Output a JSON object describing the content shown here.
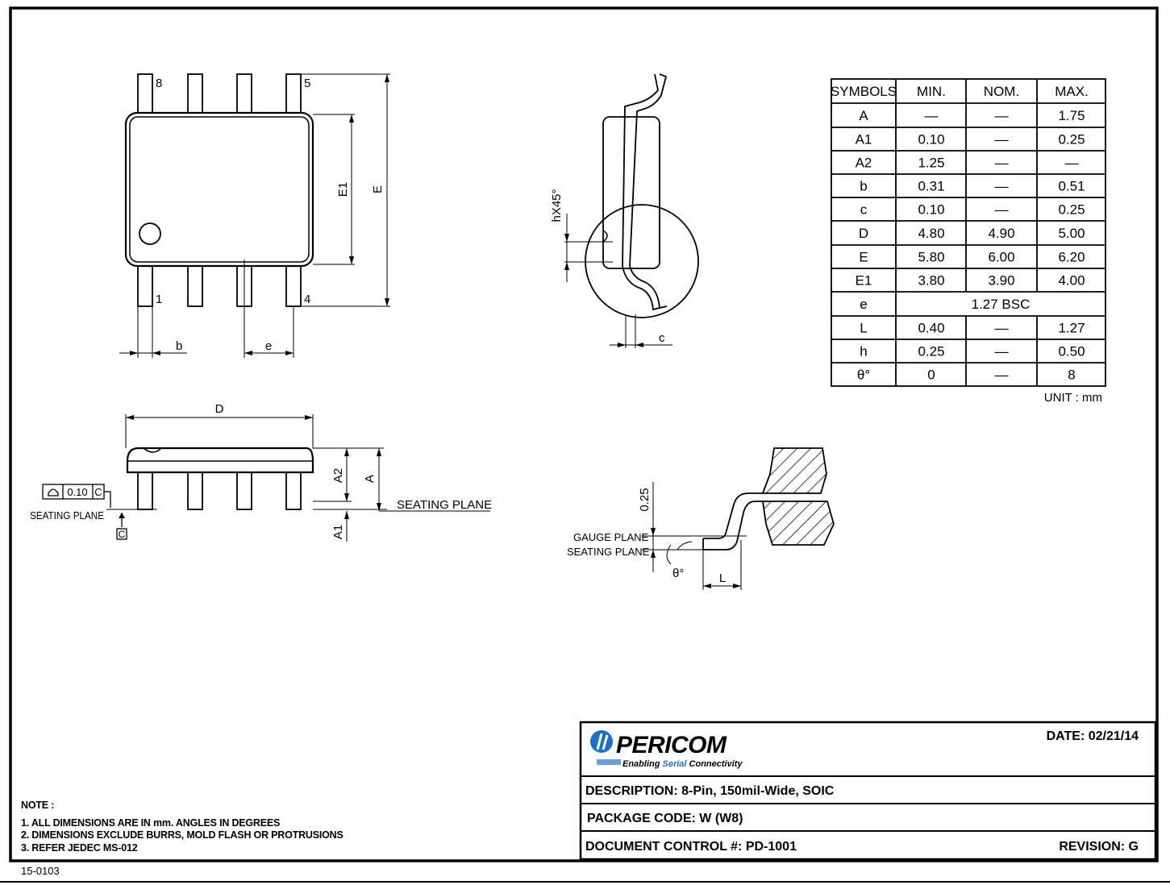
{
  "pin_labels": {
    "p8": "8",
    "p5": "5",
    "p1": "1",
    "p4": "4"
  },
  "dim_labels": {
    "E1": "E1",
    "E": "E",
    "b": "b",
    "e": "e",
    "D": "D",
    "A": "A",
    "A1": "A1",
    "A2": "A2",
    "c": "c",
    "L": "L",
    "hx45": "hX45°",
    "theta": "θ°",
    "gauge_value": "0.25"
  },
  "planes": {
    "seating_plane": "SEATING PLANE",
    "gauge_plane": "GAUGE PLANE",
    "datum": "C",
    "tolerance": "0.10"
  },
  "table": {
    "headers": [
      "SYMBOLS",
      "MIN.",
      "NOM.",
      "MAX."
    ],
    "rows": [
      [
        "A",
        "—",
        "—",
        "1.75"
      ],
      [
        "A1",
        "0.10",
        "—",
        "0.25"
      ],
      [
        "A2",
        "1.25",
        "—",
        "—"
      ],
      [
        "b",
        "0.31",
        "—",
        "0.51"
      ],
      [
        "c",
        "0.10",
        "—",
        "0.25"
      ],
      [
        "D",
        "4.80",
        "4.90",
        "5.00"
      ],
      [
        "E",
        "5.80",
        "6.00",
        "6.20"
      ],
      [
        "E1",
        "3.80",
        "3.90",
        "4.00"
      ],
      [
        "e",
        "1.27  BSC"
      ],
      [
        "L",
        "0.40",
        "—",
        "1.27"
      ],
      [
        "h",
        "0.25",
        "—",
        "0.50"
      ],
      [
        "θ°",
        "0",
        "—",
        "8"
      ]
    ],
    "unit": "UNIT  :  mm"
  },
  "title_block": {
    "brand": "PERICOM",
    "tagline_a": "Enabling ",
    "tagline_b": "Serial",
    "tagline_c": " Connectivity",
    "date": "DATE: 02/21/14",
    "description": "DESCRIPTION: 8-Pin, 150mil-Wide, SOIC",
    "package_code": "PACKAGE CODE:  W  (W8)",
    "document_control": "DOCUMENT CONTROL #: PD-1001",
    "revision": "REVISION: G"
  },
  "notes": {
    "title": "NOTE :",
    "n1": "1. ALL DIMENSIONS ARE IN mm. ANGLES IN DEGREES",
    "n2": "2. DIMENSIONS EXCLUDE BURRS, MOLD FLASH OR PROTRUSIONS",
    "n3": "3. REFER JEDEC MS-012"
  },
  "doc_number": "15-0103",
  "colors": {
    "brand_blue": "#1f6fc4",
    "ink": "#000000"
  }
}
